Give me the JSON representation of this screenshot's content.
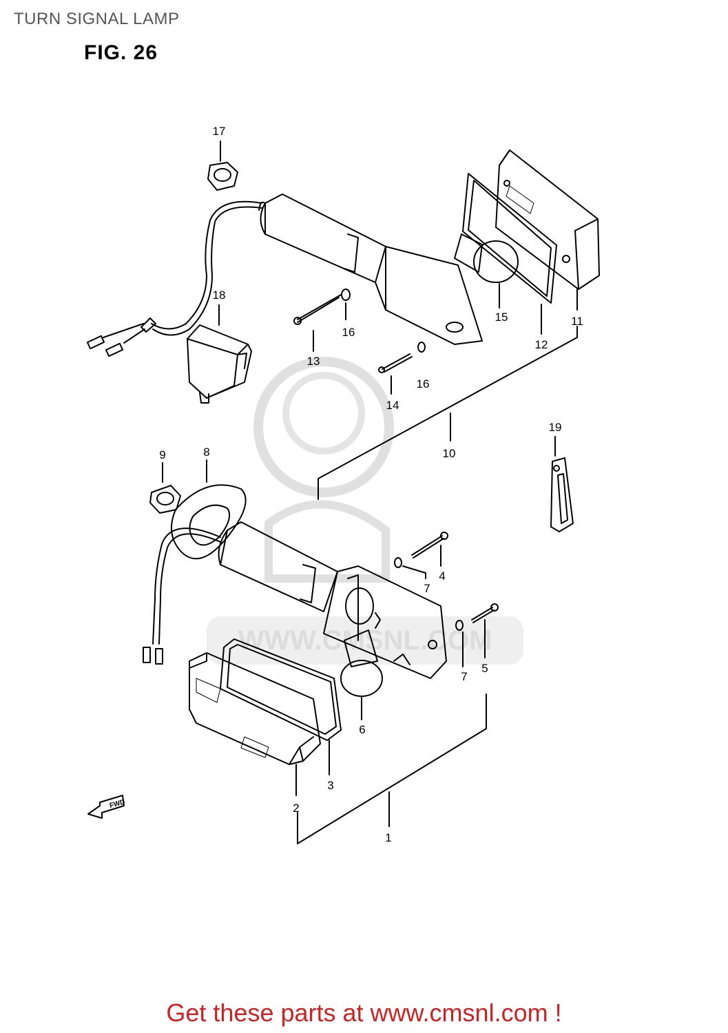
{
  "header": {
    "title": "TURN SIGNAL LAMP",
    "figure": "FIG. 26"
  },
  "watermark": {
    "text": "WWW.CMSNL.COM",
    "color": "#d9d9d9"
  },
  "callouts": {
    "c1": "1",
    "c2": "2",
    "c3": "3",
    "c4": "4",
    "c5": "5",
    "c6": "6",
    "c7a": "7",
    "c7b": "7",
    "c8": "8",
    "c9": "9",
    "c10": "10",
    "c11": "11",
    "c12": "12",
    "c13": "13",
    "c14": "14",
    "c15": "15",
    "c16a": "16",
    "c16b": "16",
    "c17": "17",
    "c18": "18",
    "c19": "19"
  },
  "fwd_label": "FWD",
  "footer": {
    "text": "Get these parts at www.cmsnl.com !",
    "color": "#cc2222"
  }
}
